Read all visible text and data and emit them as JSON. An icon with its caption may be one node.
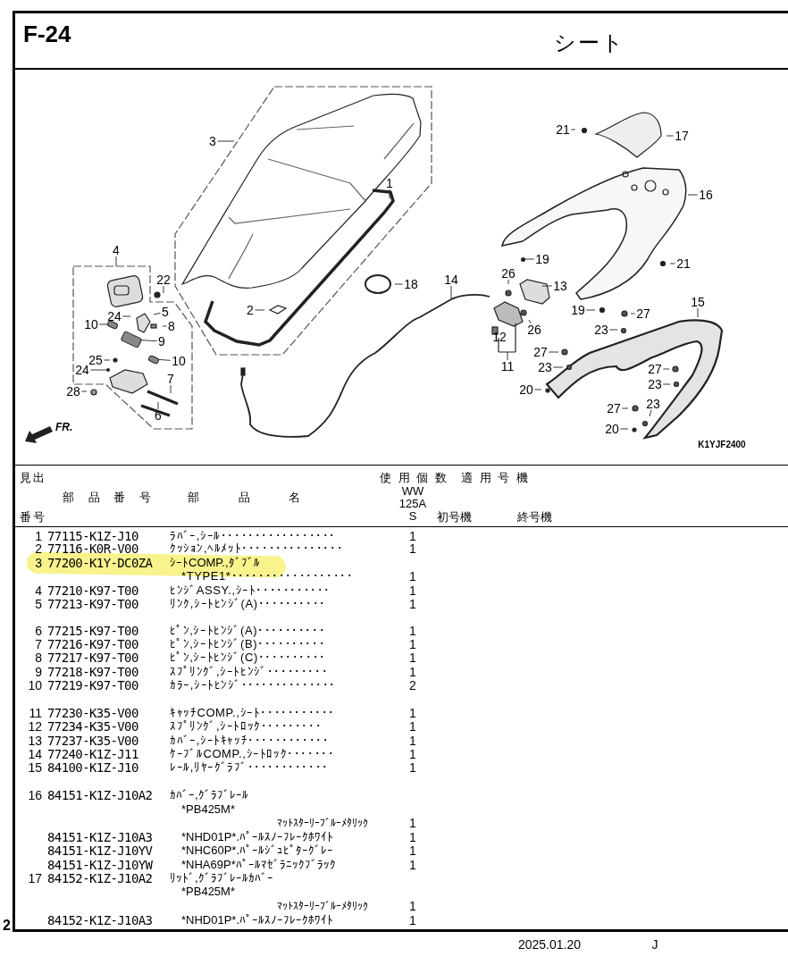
{
  "diagram": {
    "title": "シート",
    "nodes": [
      {
        "text": [
          "3"
        ]
      },
      {
        "text": [
          "1"
        ]
      },
      {
        "text": [
          "4"
        ]
      },
      {
        "text": [
          "22"
        ]
      },
      {
        "text": [
          "2"
        ]
      },
      {
        "text": [
          "24"
        ]
      },
      {
        "text": [
          "5"
        ]
      },
      {
        "text": [
          "8"
        ]
      },
      {
        "text": [
          "10"
        ]
      },
      {
        "text": [
          "9"
        ]
      },
      {
        "text": [
          "10"
        ]
      },
      {
        "text": [
          "25"
        ]
      },
      {
        "text": [
          "24"
        ]
      },
      {
        "text": [
          "7"
        ]
      },
      {
        "text": [
          "28"
        ]
      },
      {
        "text": [
          "6"
        ]
      },
      {
        "text": [
          "18"
        ]
      },
      {
        "text": [
          "21"
        ]
      },
      {
        "text": [
          "17"
        ]
      },
      {
        "text": [
          "16"
        ]
      },
      {
        "text": [
          "19"
        ]
      },
      {
        "text": [
          "21"
        ]
      },
      {
        "text": [
          "14"
        ]
      },
      {
        "text": [
          "26"
        ]
      },
      {
        "text": [
          "13"
        ]
      },
      {
        "text": [
          "15"
        ]
      },
      {
        "text": [
          "19"
        ]
      },
      {
        "text": [
          "27"
        ]
      },
      {
        "text": [
          "26"
        ]
      },
      {
        "text": [
          "23"
        ]
      },
      {
        "text": [
          "11"
        ]
      },
      {
        "text": [
          "27"
        ]
      },
      {
        "text": [
          "23"
        ]
      },
      {
        "text": [
          "20"
        ]
      },
      {
        "text": [
          "27"
        ]
      },
      {
        "text": [
          "23"
        ]
      },
      {
        "text": [
          "27"
        ]
      },
      {
        "text": [
          "23"
        ]
      },
      {
        "text": [
          "20"
        ]
      },
      {
        "text": [],
        "shape": "cylinder"
      },
      {
        "text": [],
        "shape": "cylinder"
      },
      {
        "text": [],
        "shape": "cylinder"
      },
      {
        "text": [],
        "shape": "circle"
      },
      {
        "text": [],
        "shape": "circle"
      }
    ],
    "edges": [
      {
        "from": 0,
        "to": null,
        "arrow": "none"
      },
      {
        "from": 1,
        "to": null,
        "arrow": "none"
      },
      {
        "from": 2,
        "to": null,
        "arrow": "none"
      },
      {
        "from": 3,
        "to": null,
        "arrow": "none"
      },
      {
        "from": 4,
        "to": null,
        "arrow": "none"
      },
      {
        "from": 5,
        "to": null,
        "arrow": "none"
      },
      {
        "from": 6,
        "to": null,
        "arrow": "none"
      },
      {
        "from": 7,
        "to": null,
        "arrow": "none"
      },
      {
        "from": 8,
        "to": 39,
        "arrow": "none"
      },
      {
        "from": 9,
        "to": 40,
        "arrow": "none"
      },
      {
        "from": 10,
        "to": 41,
        "arrow": "none"
      },
      {
        "from": 11,
        "to": null,
        "arrow": "none"
      },
      {
        "from": 12,
        "to": 42,
        "arrow": "none"
      },
      {
        "from": 13,
        "to": null,
        "arrow": "none"
      },
      {
        "from": 14,
        "to": null,
        "arrow": "none"
      },
      {
        "from": 15,
        "to": null,
        "arrow": "none"
      },
      {
        "from": 16,
        "to": null,
        "arrow": "none"
      },
      {
        "from": 17,
        "to": null,
        "arrow": "none"
      },
      {
        "from": 18,
        "to": null,
        "arrow": "none"
      },
      {
        "from": 19,
        "to": null,
        "arrow": "none"
      },
      {
        "from": 20,
        "to": 43,
        "arrow": "none"
      },
      {
        "from": 21,
        "to": null,
        "arrow": "none"
      },
      {
        "from": 22,
        "to": null,
        "arrow": "none"
      },
      {
        "from": 23,
        "to": null,
        "arrow": "none"
      },
      {
        "from": 24,
        "to": null,
        "arrow": "none"
      },
      {
        "from": 25,
        "to": null,
        "arrow": "none"
      },
      {
        "from": 26,
        "to": null,
        "arrow": "none"
      },
      {
        "from": 27,
        "to": null,
        "arrow": "none"
      },
      {
        "from": 28,
        "to": null,
        "arrow": "none"
      },
      {
        "from": 29,
        "to": null,
        "arrow": "none"
      },
      {
        "from": 30,
        "to": null,
        "arrow": "none"
      },
      {
        "from": 31,
        "to": null,
        "arrow": "none"
      },
      {
        "from": 32,
        "to": null,
        "arrow": "none"
      },
      {
        "from": 33,
        "to": null,
        "arrow": "none"
      },
      {
        "from": 34,
        "to": null,
        "arrow": "none"
      },
      {
        "from": 35,
        "to": null,
        "arrow": "none"
      },
      {
        "from": 36,
        "to": null,
        "arrow": "none"
      },
      {
        "from": 37,
        "to": null,
        "arrow": "none"
      },
      {
        "from": 38,
        "to": null,
        "arrow": "none"
      }
    ],
    "labels": [
      "F-24",
      "12",
      "FR.",
      "K1YJF2400",
      "見出",
      "部 品 番 号",
      "部 品 名",
      "使 用 個 数",
      "適 用 号 機",
      "WW",
      "125A",
      "S",
      "番号",
      "初号機",
      "終号機",
      "1",
      "77115-K1Z-J10",
      "ﾗﾊﾞｰ,ｼｰﾙ･････････････････",
      "1",
      "2",
      "77116-K0R-V00",
      "ｸｯｼｮﾝ,ﾍﾙﾒｯﾄ･･･････････････",
      "1",
      "3",
      "77200-K1Y-DC0ZA",
      "ｼｰﾄCOMP.,ﾀﾞﾌﾞﾙ",
      "*TYPE1*･･････････････････",
      "1",
      "4",
      "77210-K97-T00",
      "ﾋﾝｼﾞASSY.,ｼｰﾄ･･･････････",
      "1",
      "5",
      "77213-K97-T00",
      "ﾘﾝｸ,ｼｰﾄﾋﾝｼﾞ(A)･･････････",
      "1",
      "6",
      "77215-K97-T00",
      "ﾋﾟﾝ,ｼｰﾄﾋﾝｼﾞ(A)･･････････",
      "1",
      "7",
      "77216-K97-T00",
      "ﾋﾟﾝ,ｼｰﾄﾋﾝｼﾞ(B)･･････････",
      "1",
      "8",
      "77217-K97-T00",
      "ﾋﾟﾝ,ｼｰﾄﾋﾝｼﾞ(C)･･････････",
      "1",
      "9",
      "77218-K97-T00",
      "ｽﾌﾟﾘﾝｸﾞ,ｼｰﾄﾋﾝｼﾞ･････････",
      "1",
      "10",
      "77219-K97-T00",
      "ｶﾗｰ,ｼｰﾄﾋﾝｼﾞ･･････････････",
      "2",
      "11",
      "77230-K35-V00",
      "ｷｬｯﾁCOMP.,ｼｰﾄ･･･････････",
      "1",
      "12",
      "77234-K35-V00",
      "ｽﾌﾟﾘﾝｸﾞ,ｼｰﾄﾛｯｸ･････････",
      "1",
      "13",
      "77237-K35-V00",
      "ｶﾊﾞｰ,ｼｰﾄｷｬｯﾁ････････････",
      "1",
      "14",
      "77240-K1Z-J11",
      "ｹｰﾌﾞﾙCOMP.,ｼｰﾄﾛｯｸ･･･････",
      "1",
      "15",
      "84100-K1Z-J10",
      "ﾚｰﾙ,ﾘﾔｰｸﾞﾗﾌﾞ････････････",
      "1",
      "16",
      "84151-K1Z-J10A2",
      "ｶﾊﾞｰ,ｸﾞﾗﾌﾞﾚｰﾙ",
      "*PB425M*",
      "ﾏｯﾄｽﾀｰﾘｰﾌﾞﾙｰﾒﾀﾘｯｸ",
      "1",
      "84151-K1Z-J10A3",
      "*NHD01P*.ﾊﾟｰﾙｽﾉｰﾌﾚｰｸﾎﾜｲﾄ",
      "1",
      "84151-K1Z-J10YV",
      "*NHC60P*.ﾊﾟｰﾙｼﾞｭﾋﾟﾀｰｸﾞﾚｰ",
      "1",
      "84151-K1Z-J10YW",
      "*NHA69P*ﾊﾟｰﾙﾏｾﾞﾗﾆｯｸﾌﾞﾗｯｸ",
      "1",
      "17",
      "84152-K1Z-J10A2",
      "ﾘｯﾄﾞ,ｸﾞﾗﾌﾞﾚｰﾙｶﾊﾞｰ",
      "*PB425M*",
      "ﾏｯﾄｽﾀｰﾘｰﾌﾞﾙｰﾒﾀﾘｯｸ",
      "1",
      "84152-K1Z-J10A3",
      "*NHD01P*.ﾊﾟｰﾙｽﾉｰﾌﾚｰｸﾎﾜｲﾄ",
      "1",
      "2",
      "2025.01.20",
      "J"
    ]
  }
}
